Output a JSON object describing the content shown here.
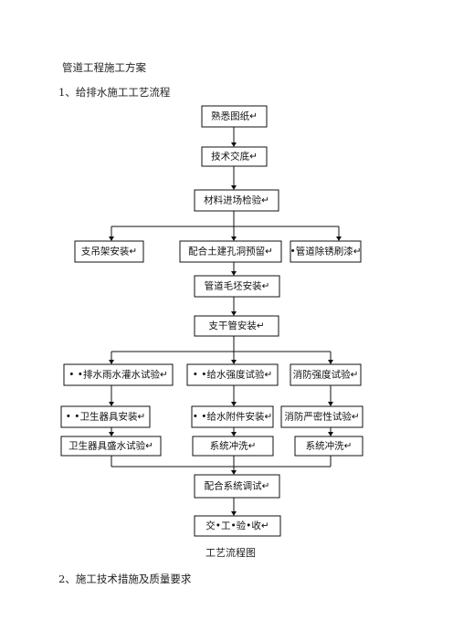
{
  "document": {
    "title": "管道工程施工方案",
    "section1": "1、给排水施工工艺流程",
    "figure_caption": "工艺流程图",
    "section2": "2、施工技术措施及质量要求"
  },
  "flowchart": {
    "boxes": {
      "b1": "熟悉图纸↵",
      "b2": "技术交底↵",
      "b3": "材料进场检验↵",
      "b4a": "支吊架安装↵",
      "b4b": "配合土建孔洞预留↵",
      "b4c": "•管道除锈刷漆↵",
      "b5": "管道毛坯安装↵",
      "b6": "支干管安装↵",
      "b7a": "• •排水雨水灌水试验↵",
      "b7b": "• •给水强度试验↵",
      "b7c": "消防强度试验↵",
      "b8a": "• •卫生器具安装↵",
      "b8b": "• •给水附件安装↵",
      "b8c": "消防严密性试验↵",
      "b9a": "卫生器具盛水试验↵",
      "b9b": "系统冲洗↵",
      "b9c": "系统冲洗↵",
      "b10": "配合系统调试↵",
      "b11": "交•工•验•收↵"
    }
  }
}
